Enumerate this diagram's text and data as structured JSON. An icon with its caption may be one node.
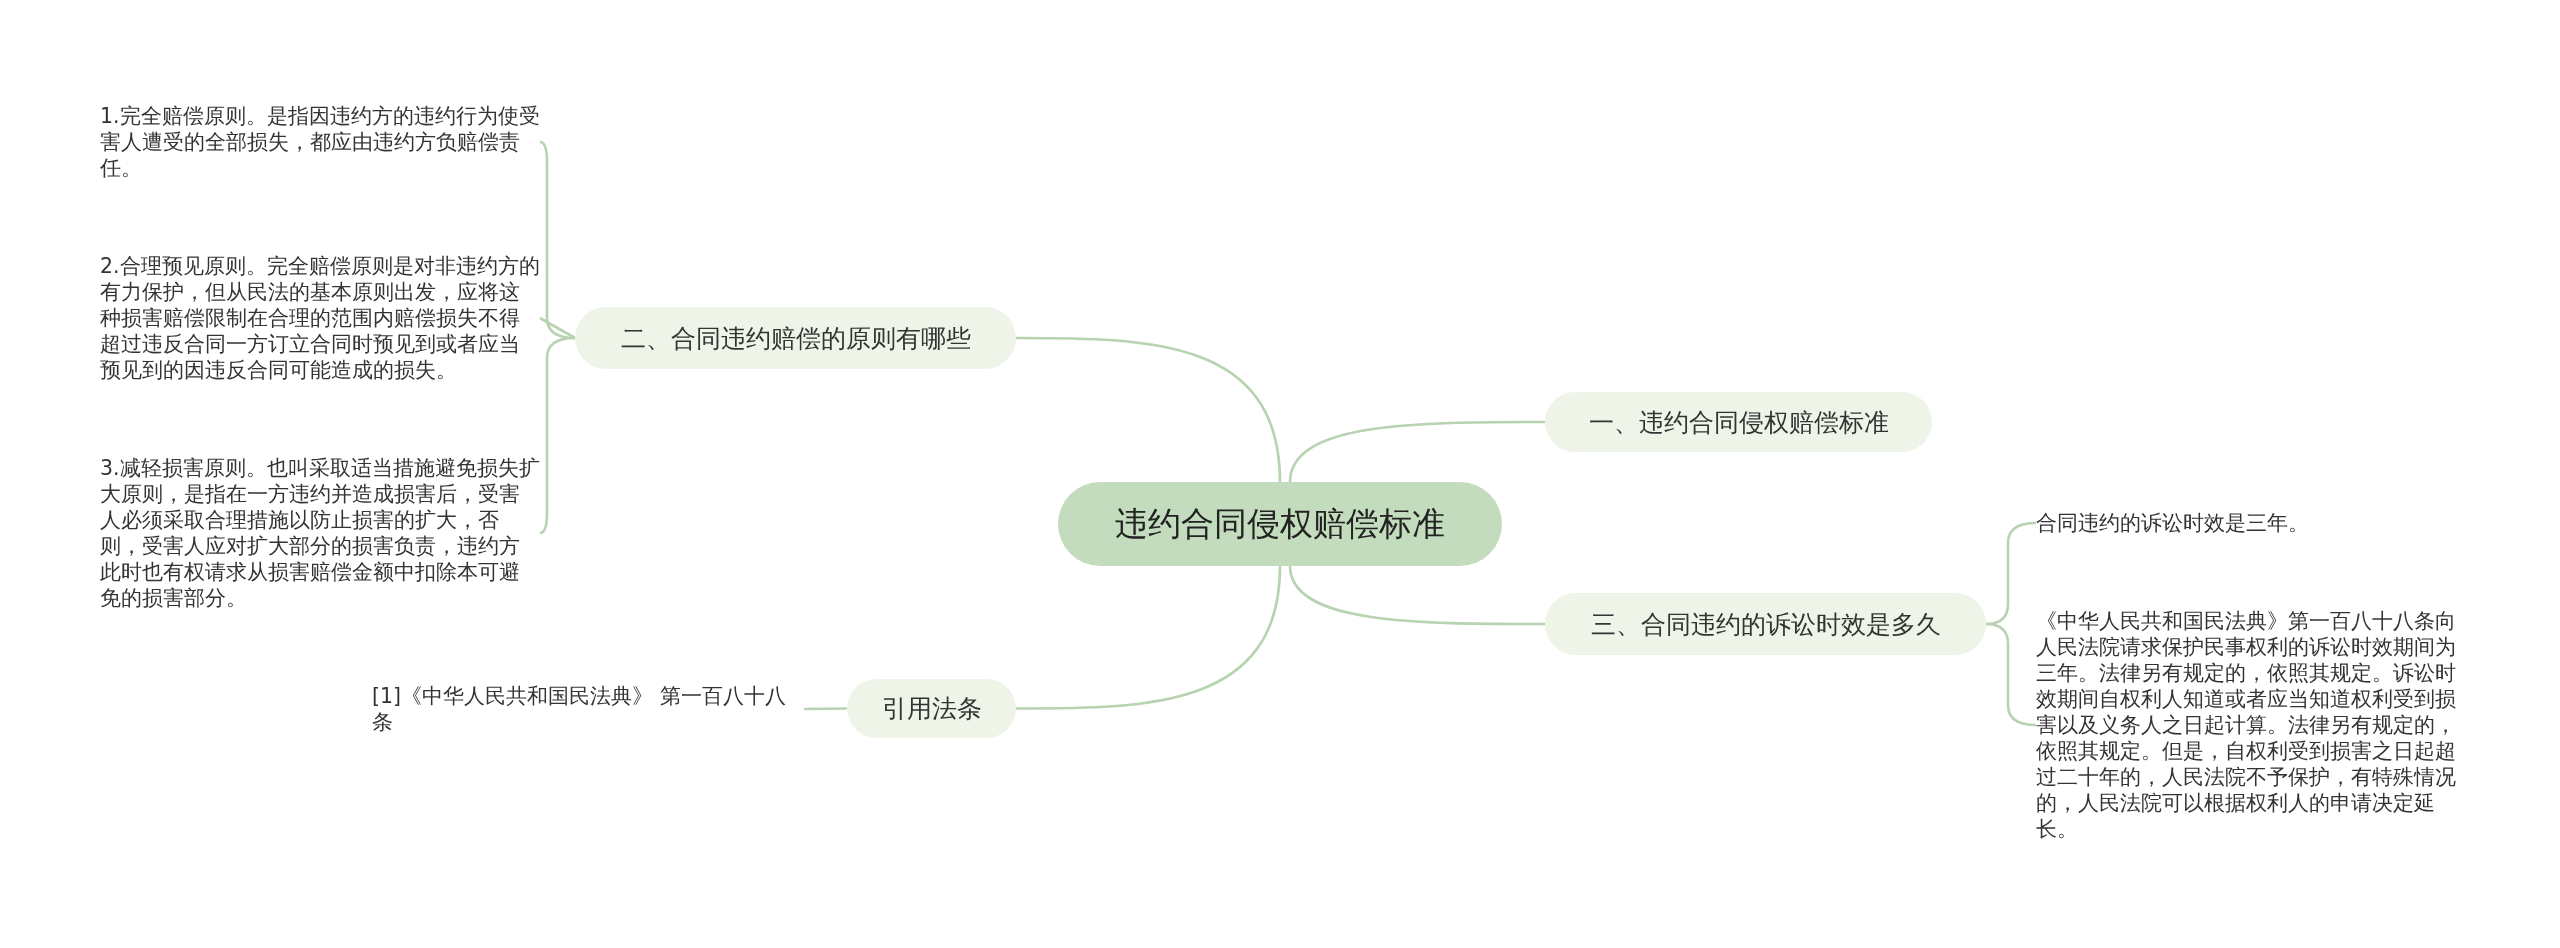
{
  "diagram": {
    "nodes": [
      {
        "text": [
          "违约合同侵权赔偿标准"
        ]
      },
      {
        "text": [
          "二、合同违约赔偿的原则有哪些"
        ]
      },
      {
        "text": [
          "1.完全赔偿原则。是指因违约方的违约行为使受害人遭受的全部损失，都应由违约方负赔偿责任。"
        ]
      },
      {
        "text": [
          "2.合理预见原则。完全赔偿原则是对非违约方的有力保护，但从民法的基本原则出发，应将这种损害赔偿限制在合理的范围内赔偿损失不得超过违反合同一方订立合同时预见到或者应当预见到的因违反合同可能造成的损失。"
        ]
      },
      {
        "text": [
          "3.减轻损害原则。也叫采取适当措施避免损失扩大原则，是指在一方违约并造成损害后，受害人必须采取合理措施以防止损害的扩大，否则，受害人应对扩大部分的损害负责，违约方此时也有权请求从损害赔偿金额中扣除本可避免的损害部分。"
        ]
      },
      {
        "text": [
          "一、违约合同侵权赔偿标准"
        ]
      },
      {
        "text": [
          "三、合同违约的诉讼时效是多久"
        ]
      },
      {
        "text": [
          "合同违约的诉讼时效是三年。"
        ]
      },
      {
        "text": [
          "《中华人民共和国民法典》第一百八十八条向人民法院请求保护民事权利的诉讼时效期间为三年。法律另有规定的，依照其规定。诉讼时效期间自权利人知道或者应当知道权利受到损害以及义务人之日起计算。法律另有规定的，依照其规定。但是，自权利受到损害之日起超过二十年的，人民法院不予保护，有特殊情况的，人民法院可以根据权利人的申请决定延长。"
        ]
      },
      {
        "text": [
          "引用法条"
        ]
      },
      {
        "text": [
          "[1]《中华人民共和国民法典》 第一百八十八条"
        ]
      }
    ],
    "edges": [
      {
        "from": 0,
        "to": 1,
        "arrow": "none"
      },
      {
        "from": 1,
        "to": 2,
        "arrow": "none"
      },
      {
        "from": 1,
        "to": 3,
        "arrow": "none"
      },
      {
        "from": 1,
        "to": 4,
        "arrow": "none"
      },
      {
        "from": 0,
        "to": 5,
        "arrow": "none"
      },
      {
        "from": 0,
        "to": 6,
        "arrow": "none"
      },
      {
        "from": 6,
        "to": 7,
        "arrow": "none"
      },
      {
        "from": 6,
        "to": 8,
        "arrow": "none"
      },
      {
        "from": 0,
        "to": 9,
        "arrow": "none"
      },
      {
        "from": 9,
        "to": 10,
        "arrow": "none"
      }
    ]
  }
}
